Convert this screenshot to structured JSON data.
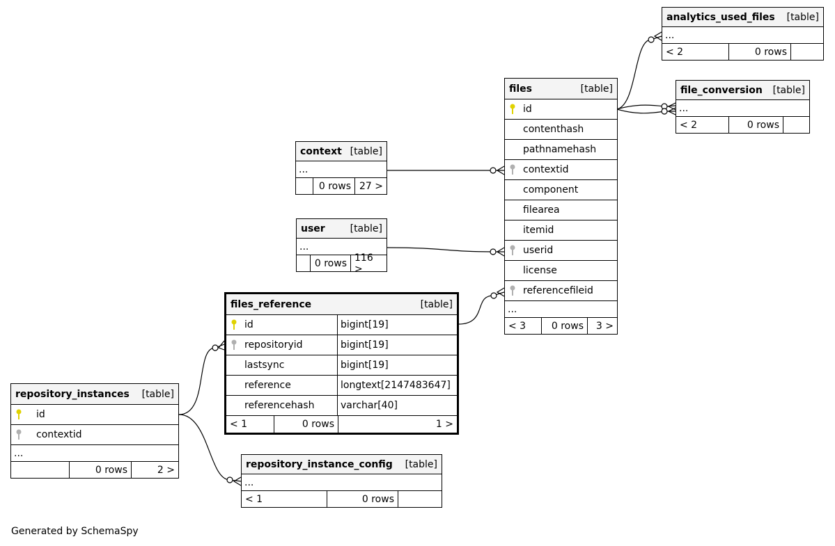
{
  "diagram": {
    "tables": {
      "analytics_used_files": {
        "name": "analytics_used_files",
        "kind": "[table]",
        "ellipsis": "...",
        "parents": "< 2",
        "rows": "0 rows",
        "children": ""
      },
      "file_conversion": {
        "name": "file_conversion",
        "kind": "[table]",
        "ellipsis": "...",
        "parents": "< 2",
        "rows": "0 rows",
        "children": ""
      },
      "files": {
        "name": "files",
        "kind": "[table]",
        "columns": [
          {
            "name": "id",
            "key": "primary"
          },
          {
            "name": "contenthash",
            "key": ""
          },
          {
            "name": "pathnamehash",
            "key": ""
          },
          {
            "name": "contextid",
            "key": "foreign"
          },
          {
            "name": "component",
            "key": ""
          },
          {
            "name": "filearea",
            "key": ""
          },
          {
            "name": "itemid",
            "key": ""
          },
          {
            "name": "userid",
            "key": "foreign"
          },
          {
            "name": "license",
            "key": ""
          },
          {
            "name": "referencefileid",
            "key": "foreign"
          }
        ],
        "ellipsis": "...",
        "parents": "< 3",
        "rows": "0 rows",
        "children": "3 >"
      },
      "context": {
        "name": "context",
        "kind": "[table]",
        "ellipsis": "...",
        "parents": "",
        "rows": "0 rows",
        "children": "27 >"
      },
      "user": {
        "name": "user",
        "kind": "[table]",
        "ellipsis": "...",
        "parents": "",
        "rows": "0 rows",
        "children": "116 >"
      },
      "files_reference": {
        "name": "files_reference",
        "kind": "[table]",
        "columns": [
          {
            "name": "id",
            "type": "bigint[19]",
            "key": "primary"
          },
          {
            "name": "repositoryid",
            "type": "bigint[19]",
            "key": "foreign"
          },
          {
            "name": "lastsync",
            "type": "bigint[19]",
            "key": ""
          },
          {
            "name": "reference",
            "type": "longtext[2147483647]",
            "key": ""
          },
          {
            "name": "referencehash",
            "type": "varchar[40]",
            "key": ""
          }
        ],
        "parents": "< 1",
        "rows": "0 rows",
        "children": "1 >"
      },
      "repository_instances": {
        "name": "repository_instances",
        "kind": "[table]",
        "columns": [
          {
            "name": "id",
            "key": "primary"
          },
          {
            "name": "contextid",
            "key": "foreign"
          }
        ],
        "ellipsis": "...",
        "parents": "",
        "rows": "0 rows",
        "children": "2 >"
      },
      "repository_instance_config": {
        "name": "repository_instance_config",
        "kind": "[table]",
        "ellipsis": "...",
        "parents": "< 1",
        "rows": "0 rows",
        "children": ""
      }
    },
    "relationships": [
      {
        "from": "files.id",
        "to": "analytics_used_files"
      },
      {
        "from": "files.id",
        "to": "file_conversion"
      },
      {
        "from": "files.id",
        "to": "file_conversion"
      },
      {
        "from": "context",
        "to": "files.contextid"
      },
      {
        "from": "user",
        "to": "files.userid"
      },
      {
        "from": "files_reference.id",
        "to": "files.referencefileid"
      },
      {
        "from": "repository_instances.id",
        "to": "files_reference.repositoryid"
      },
      {
        "from": "repository_instances.id",
        "to": "repository_instance_config"
      }
    ],
    "footer": "Generated by SchemaSpy",
    "colors": {
      "primary_key": "#e0d200",
      "foreign_key": "#b0b0b0",
      "header_bg": "#f4f4f4"
    }
  }
}
